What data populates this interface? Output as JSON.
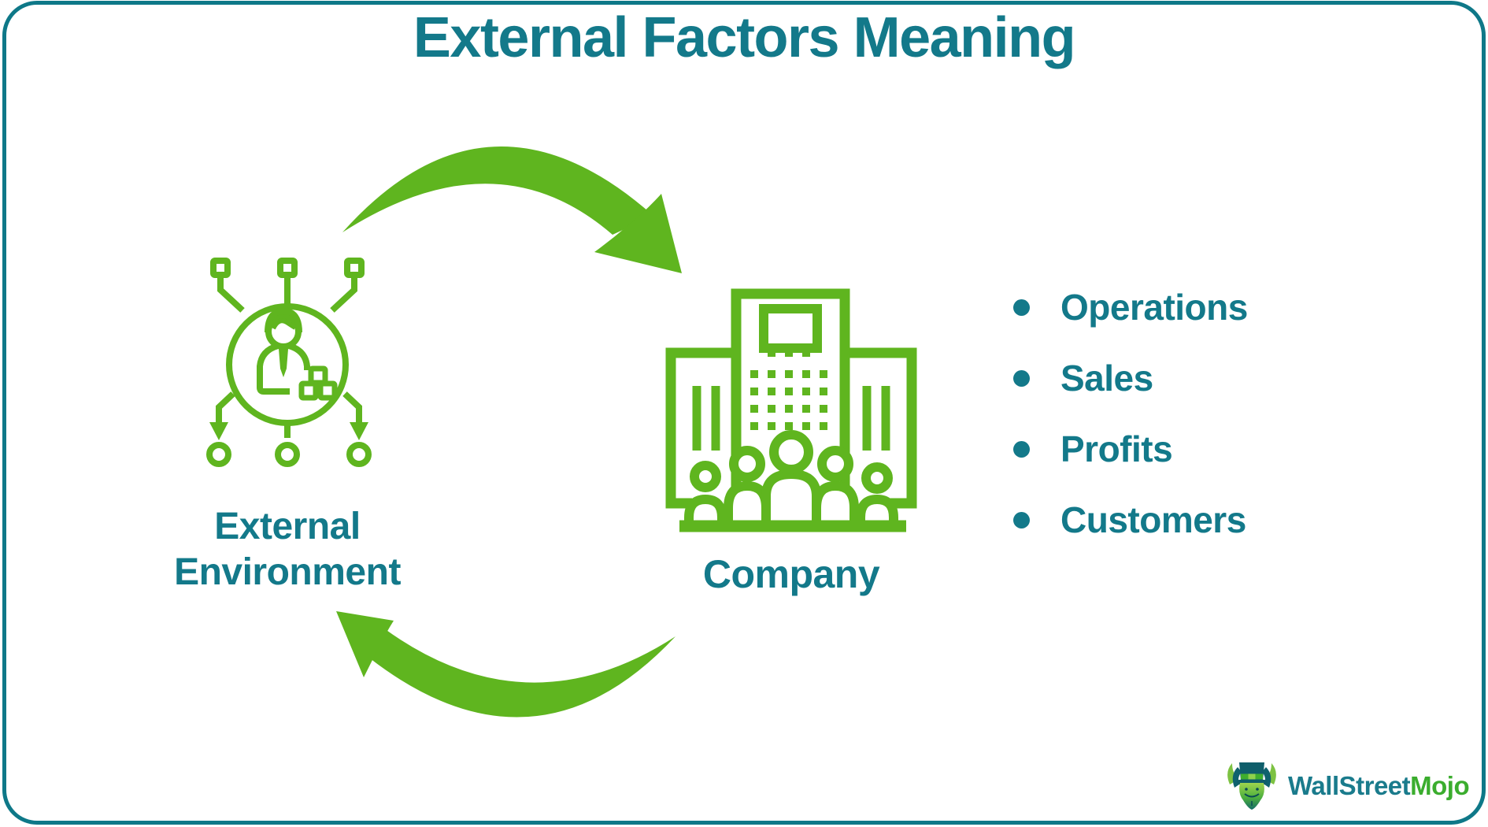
{
  "title": "External Factors Meaning",
  "colors": {
    "teal": "#13798A",
    "icon_green": "#5FB51F",
    "brand_green": "#3BAD2E",
    "frame_border": "#0E7888"
  },
  "diagram": {
    "external_node": {
      "label_lines": [
        "External",
        "Environment"
      ],
      "icon": "external-environment-network-person-icon"
    },
    "company_node": {
      "label": "Company",
      "icon": "company-building-with-people-icon"
    },
    "arrow_top": "curved-arrow-external-to-company-icon",
    "arrow_bottom": "curved-arrow-company-to-external-icon"
  },
  "factors": {
    "items": [
      "Operations",
      "Sales",
      "Profits",
      "Customers"
    ]
  },
  "brand": {
    "wordmark_primary": "WallStreet",
    "wordmark_secondary": "Mojo",
    "mascot_icon": "wallstreetmojo-bull-mascot-icon"
  }
}
